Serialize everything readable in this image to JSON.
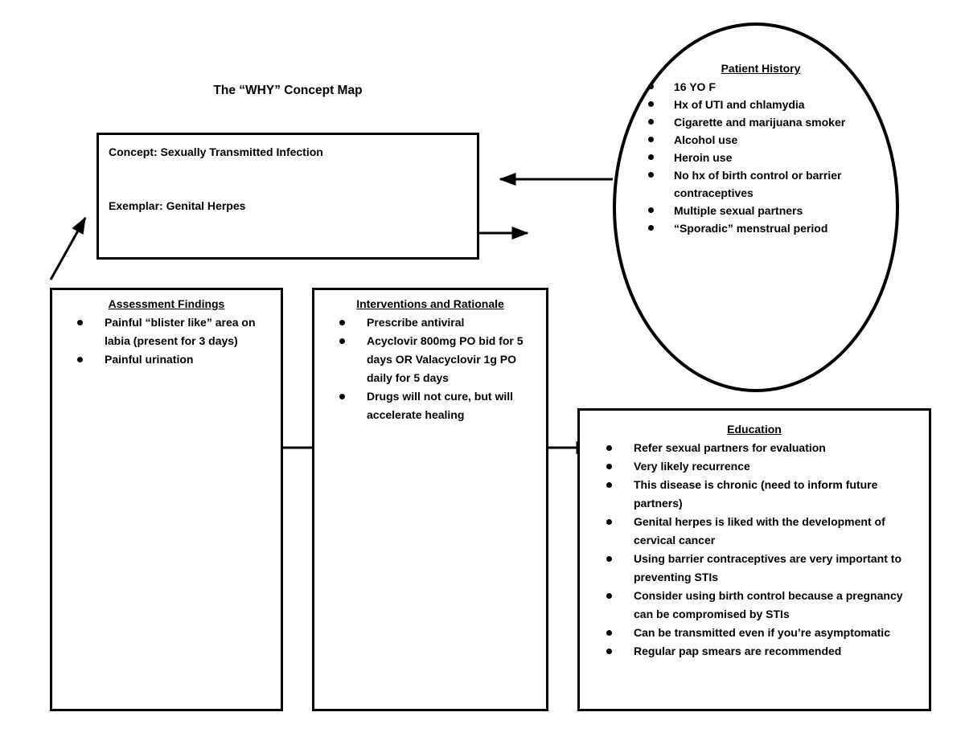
{
  "page": {
    "title": "The “WHY” Concept Map"
  },
  "concept_box": {
    "concept": "Concept: Sexually Transmitted Infection",
    "exemplar": "Exemplar: Genital Herpes"
  },
  "patient_history": {
    "title": "Patient History",
    "items": [
      "16 YO F",
      "Hx of UTI and chlamydia",
      "Cigarette and marijuana smoker",
      "Alcohol use",
      "Heroin use",
      "No hx of birth control or barrier contraceptives",
      "Multiple sexual partners",
      "“Sporadic” menstrual period"
    ]
  },
  "assessment_findings": {
    "title": "Assessment Findings",
    "items": [
      "Painful “blister like” area on labia (present for 3 days)",
      "Painful urination"
    ]
  },
  "interventions": {
    "title": "Interventions and Rationale",
    "items": [
      "Prescribe antiviral",
      "Acyclovir 800mg PO bid for 5 days OR Valacyclovir 1g PO daily for 5 days",
      "Drugs will not cure, but will accelerate healing"
    ]
  },
  "education": {
    "title": "Education",
    "items": [
      "Refer sexual partners for evaluation",
      "Very likely recurrence",
      "This disease is chronic (need to inform future partners)",
      "Genital herpes is liked with the development of cervical cancer",
      "Using barrier contraceptives are very important to preventing STIs",
      "Consider using birth control because a pregnancy can be compromised by STIs",
      "Can be transmitted even if you’re asymptomatic",
      "Regular pap smears are recommended"
    ]
  },
  "colors": {
    "ink": "#000000",
    "background": "#ffffff"
  }
}
